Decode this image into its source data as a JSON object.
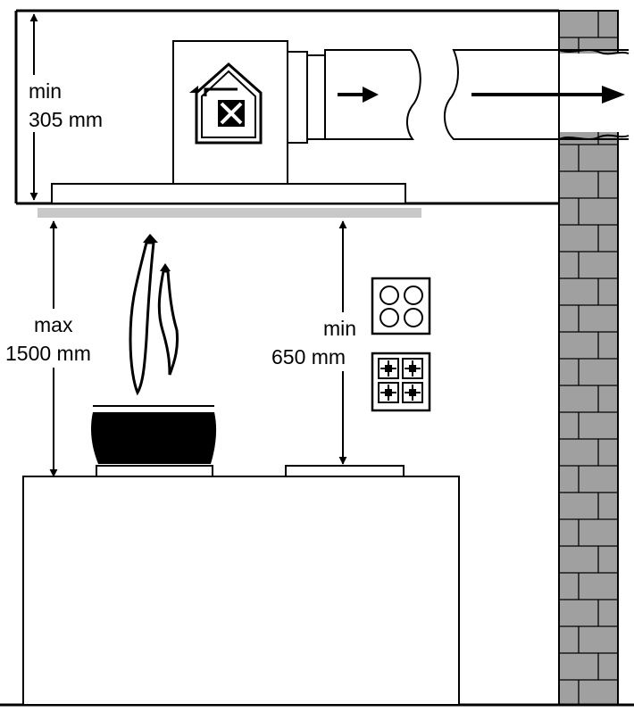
{
  "labels": {
    "ceiling_clearance": {
      "qualifier": "min",
      "value": "305 mm"
    },
    "hood_height_max": {
      "qualifier": "max",
      "value": "1500 mm"
    },
    "hob_clearance_min": {
      "qualifier": "min",
      "value": "650 mm"
    }
  },
  "colors": {
    "wall_brick": "#a0a0a0",
    "hood_bar": "#c8c8c8",
    "line": "#000000",
    "background": "#ffffff"
  },
  "icons": {
    "fan_unit": "house-with-fan-icon",
    "hob_ceramic": "ceramic-hob-icon",
    "hob_gas": "gas-hob-icon",
    "steam": "steam-arrows-icon",
    "pot": "cooking-pot-icon",
    "airflow": "airflow-arrow-icon"
  }
}
